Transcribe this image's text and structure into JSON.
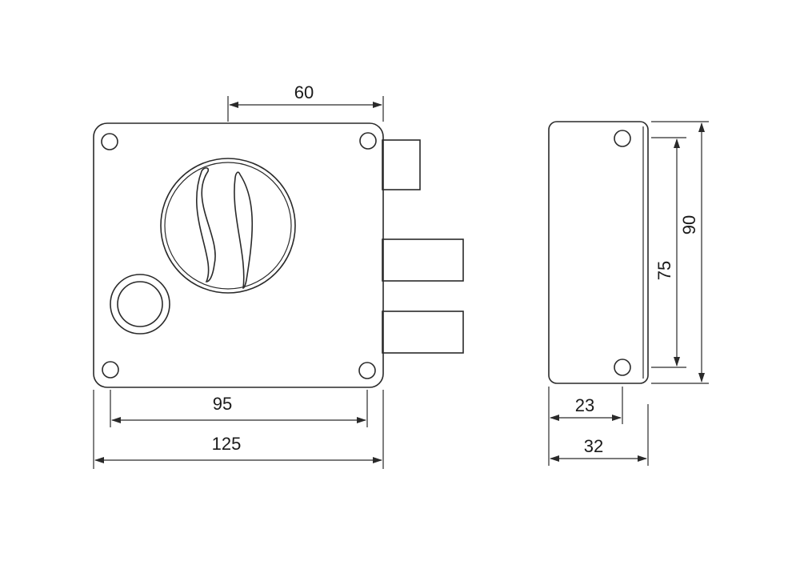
{
  "dimensions": {
    "top_width": "60",
    "inner_width": "95",
    "total_width": "125",
    "side_inner_depth": "23",
    "side_total_depth": "32",
    "side_inner_height": "75",
    "side_total_height": "90"
  },
  "colors": {
    "line": "#2a2a2a",
    "background": "#ffffff"
  }
}
